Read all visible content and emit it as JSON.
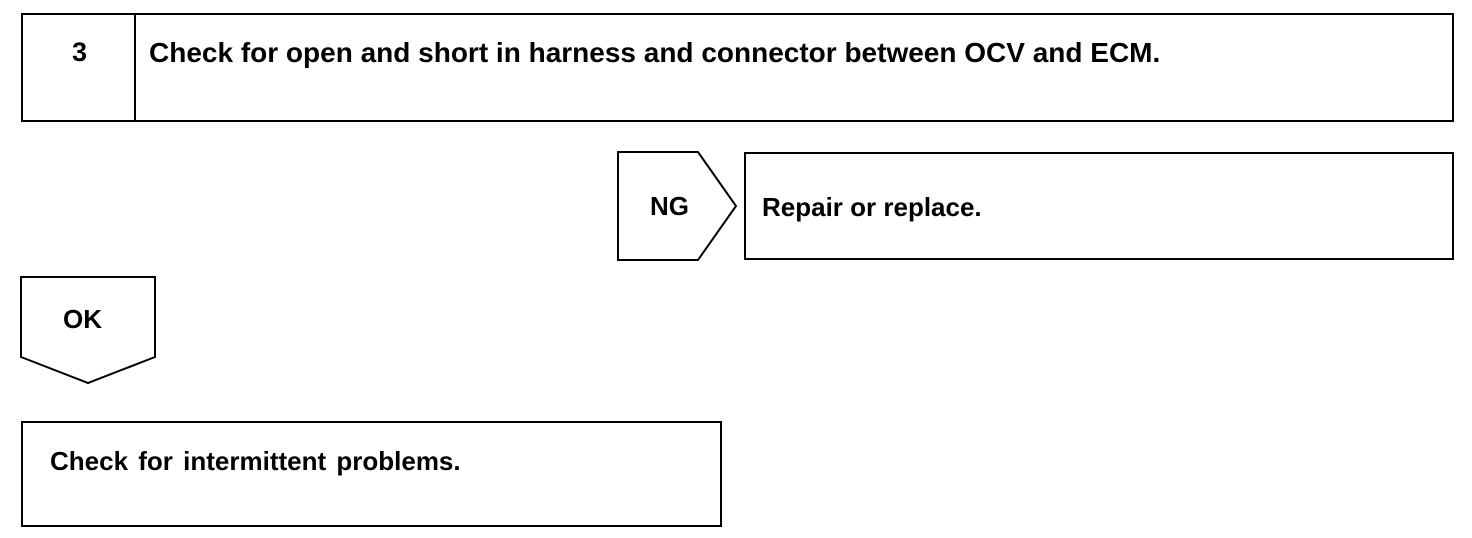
{
  "step": {
    "number": "3",
    "title": "Check for open and short in harness and connector between OCV and ECM."
  },
  "ng_branch": {
    "label": "NG",
    "action": "Repair or replace."
  },
  "ok_branch": {
    "label": "OK",
    "action": "Check for intermittent problems."
  },
  "colors": {
    "line": "#000000",
    "background": "#ffffff"
  }
}
